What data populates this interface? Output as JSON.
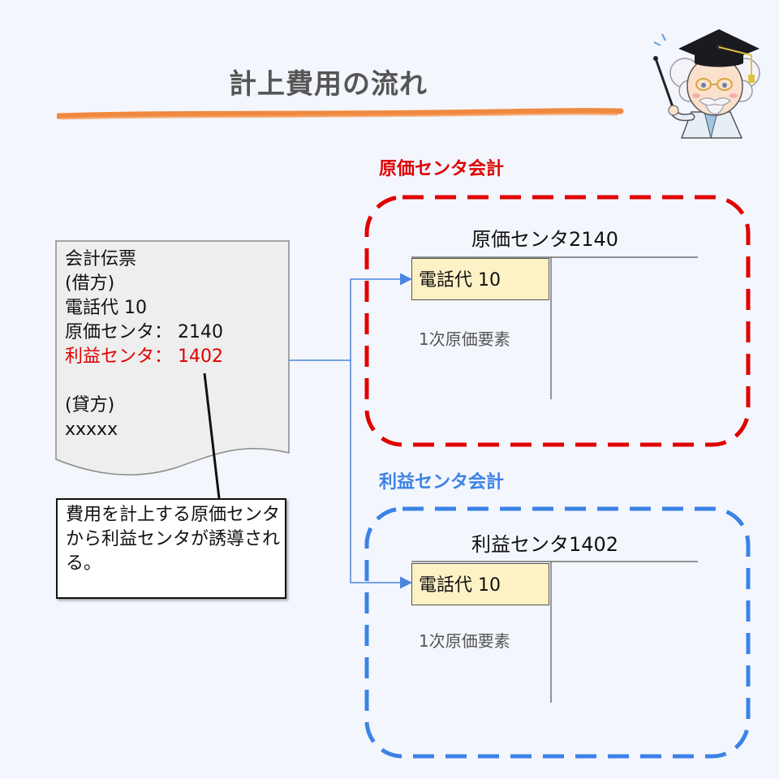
{
  "title": "計上費用の流れ",
  "voucher": {
    "heading": "会計伝票",
    "debit_label": "(借方)",
    "item": "電話代 10",
    "cost_center_line": "原価センタ：  2140",
    "profit_center_line": "利益センタ：  1402",
    "credit_label": "(貸方)",
    "credit_value": "xxxxx"
  },
  "callout": {
    "text": "費用を計上する原価センタから利益センタが誘導される。"
  },
  "cost_group": {
    "title": "原価センタ会計",
    "center_name": "原価センタ2140",
    "entry": "電話代 10",
    "element": "1次原価要素"
  },
  "profit_group": {
    "title": "利益センタ会計",
    "center_name": "利益センタ1402",
    "entry": "電話代 10",
    "element": "1次原価要素"
  },
  "colors": {
    "background": "#f3f6fd",
    "cost_accent": "#e00000",
    "profit_accent": "#3c82e6",
    "title_underline": "#f07c2a",
    "entry_fill": "#fdf1c6",
    "connector": "#4a86e0"
  },
  "icons": {
    "mascot": "professor-mascot-icon"
  }
}
